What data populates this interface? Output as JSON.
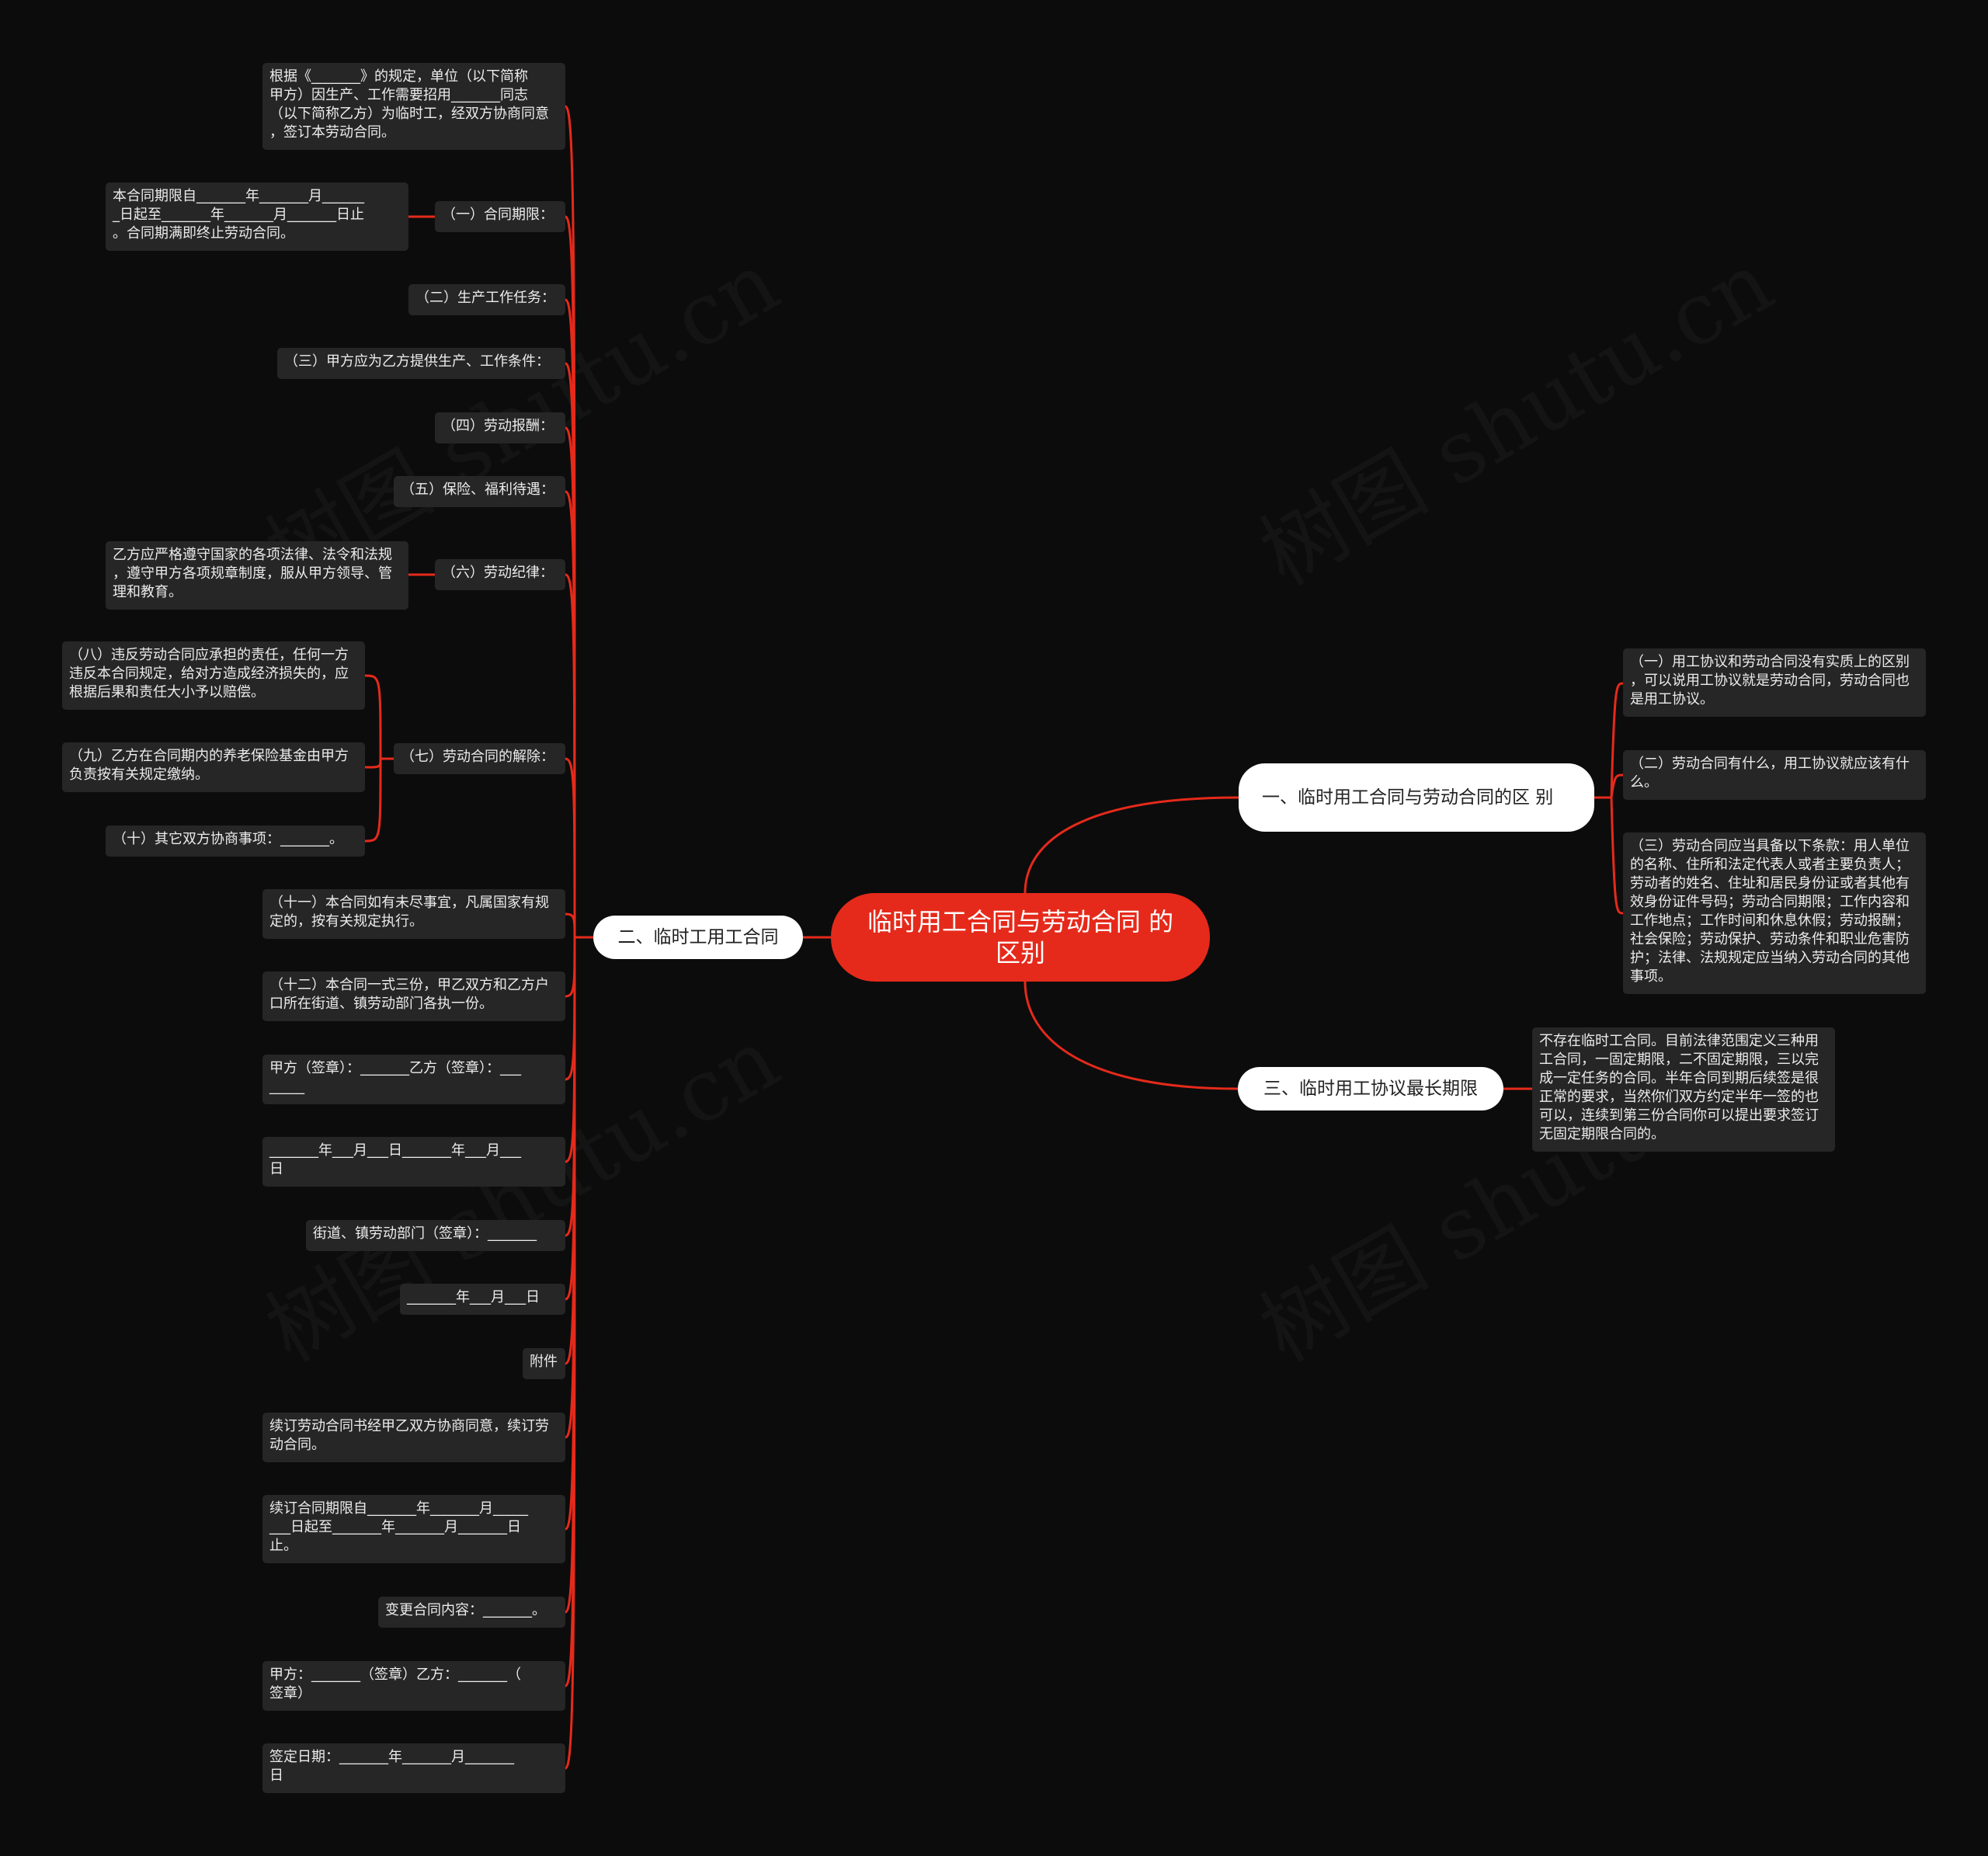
{
  "watermark": "树图 shutu.cn",
  "colors": {
    "background": "#0c0c0c",
    "root": "#e52a1b",
    "connector": "#e52a1b",
    "leaf": "#262626"
  },
  "root": {
    "label": "临时用工合同与劳动合同\n的区别"
  },
  "branches": {
    "b1": {
      "label": "一、临时用工合同与劳动合同的区\n别"
    },
    "b2": {
      "label": "二、临时工用工合同"
    },
    "b3": {
      "label": "三、临时用工协议最长期限"
    }
  },
  "b1_items": {
    "i1": "（一）用工协议和劳动合同没有实质上的区别\n，可以说用工协议就是劳动合同，劳动合同也\n是用工协议。",
    "i2": "（二）劳动合同有什么，用工协议就应该有什\n么。",
    "i3": "（三）劳动合同应当具备以下条款：用人单位\n的名称、住所和法定代表人或者主要负责人；\n劳动者的姓名、住址和居民身份证或者其他有\n效身份证件号码；劳动合同期限；工作内容和\n工作地点；工作时间和休息休假；劳动报酬；\n社会保险；劳动保护、劳动条件和职业危害防\n护；法律、法规规定应当纳入劳动合同的其他\n事项。"
  },
  "b3_items": {
    "i1": "不存在临时工合同。目前法律范围定义三种用\n工合同，一固定期限，二不固定期限，三以完\n成一定任务的合同。半年合同到期后续签是很\n正常的要求，当然你们双方约定半年一签的也\n可以，连续到第三份合同你可以提出要求签订\n无固定期限合同的。"
  },
  "b2_items": {
    "intro": "根据《_______》的规定，单位（以下简称\n甲方）因生产、工作需要招用_______同志\n（以下简称乙方）为临时工，经双方协商同意\n，签订本劳动合同。",
    "term": "（一）合同期限：",
    "term_detail": "本合同期限自_______年_______月______\n_日起至_______年_______月_______日止\n。合同期满即终止劳动合同。",
    "task": "（二）生产工作任务：",
    "conditions": "（三）甲方应为乙方提供生产、工作条件：",
    "pay": "（四）劳动报酬：",
    "welfare": "（五）保险、福利待遇：",
    "discipline": "（六）劳动纪律：",
    "discipline_detail": "乙方应严格遵守国家的各项法律、法令和法规\n，遵守甲方各项规章制度，服从甲方领导、管\n理和教育。",
    "termination": "（七）劳动合同的解除：",
    "t8": "（八）违反劳动合同应承担的责任，任何一方\n违反本合同规定，给对方造成经济损失的，应\n根据后果和责任大小予以赔偿。",
    "t9": "（九）乙方在合同期内的养老保险基金由甲方\n负责按有关规定缴纳。",
    "t10": "（十）其它双方协商事项：_______。",
    "c11": "（十一）本合同如有未尽事宜，凡属国家有规\n定的，按有关规定执行。",
    "c12": "（十二）本合同一式三份，甲乙双方和乙方户\n口所在街道、镇劳动部门各执一份。",
    "sign1": "甲方（签章）：_______乙方（签章）：___\n_____",
    "date1": "_______年___月___日_______年___月___\n日",
    "office": "街道、镇劳动部门（签章）：_______",
    "date2": "_______年___月___日",
    "annex": "附件",
    "renew": "续订劳动合同书经甲乙双方协商同意，续订劳\n动合同。",
    "renew_term": "续订合同期限自_______年_______月_____\n___日起至_______年_______月_______日\n止。",
    "change": "变更合同内容：_______。",
    "sign2": "甲方：_______（签章）乙方：_______（\n签章）",
    "sign_date": "签定日期：_______年_______月_______\n日"
  }
}
